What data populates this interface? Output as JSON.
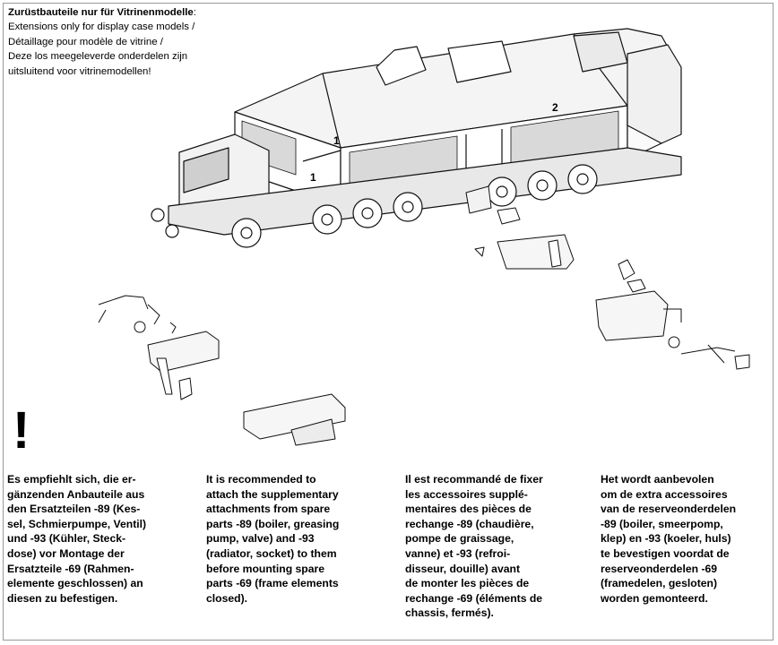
{
  "header": {
    "title": "Zurüstbauteile nur für Vitrinenmodelle",
    "title_suffix": ":",
    "lines": [
      "Extensions only for display case models /",
      "Détaillage pour modèle de vitrine /",
      "Deze los meegeleverde onderdelen zijn",
      "uitsluitend voor vitrinemodellen!"
    ]
  },
  "illustration": {
    "unit_labels": [
      "1",
      "1",
      "2"
    ]
  },
  "warning_symbol": "!",
  "columns": [
    {
      "lang": "de",
      "lines": [
        "Es empfiehlt sich, die er-",
        "gänzenden Anbauteile aus",
        "den Ersatzteilen -89 (Kes-",
        "sel, Schmierpumpe, Ventil)",
        "und -93 (Kühler, Steck-",
        "dose) vor Montage der",
        "Ersatzteile -69 (Rahmen-",
        "elemente geschlossen) an",
        "diesen zu befestigen."
      ]
    },
    {
      "lang": "en",
      "lines": [
        "It is recommended to",
        "attach the supplementary",
        "attachments from spare",
        "parts -89 (boiler, greasing",
        "pump, valve) and -93",
        "(radiator, socket) to them",
        "before mounting spare",
        "parts -69 (frame elements",
        "closed)."
      ]
    },
    {
      "lang": "fr",
      "lines": [
        "Il est recommandé de fixer",
        "les accessoires supplé-",
        "mentaires des pièces de",
        "rechange -89 (chaudière,",
        "pompe de graissage,",
        "vanne) et -93 (refroi-",
        "disseur, douille) avant",
        "de monter les pièces de",
        "rechange -69 (éléments de",
        "chassis, fermés)."
      ]
    },
    {
      "lang": "nl",
      "lines": [
        "Het wordt aanbevolen",
        "om de extra accessoires",
        "van de reserveonderdelen",
        "-89 (boiler, smeerpomp,",
        "klep) en -93 (koeler, huls)",
        "te bevestigen voordat de",
        "reserveonderdelen -69",
        "(framedelen, gesloten)",
        "worden gemonteerd."
      ]
    }
  ]
}
